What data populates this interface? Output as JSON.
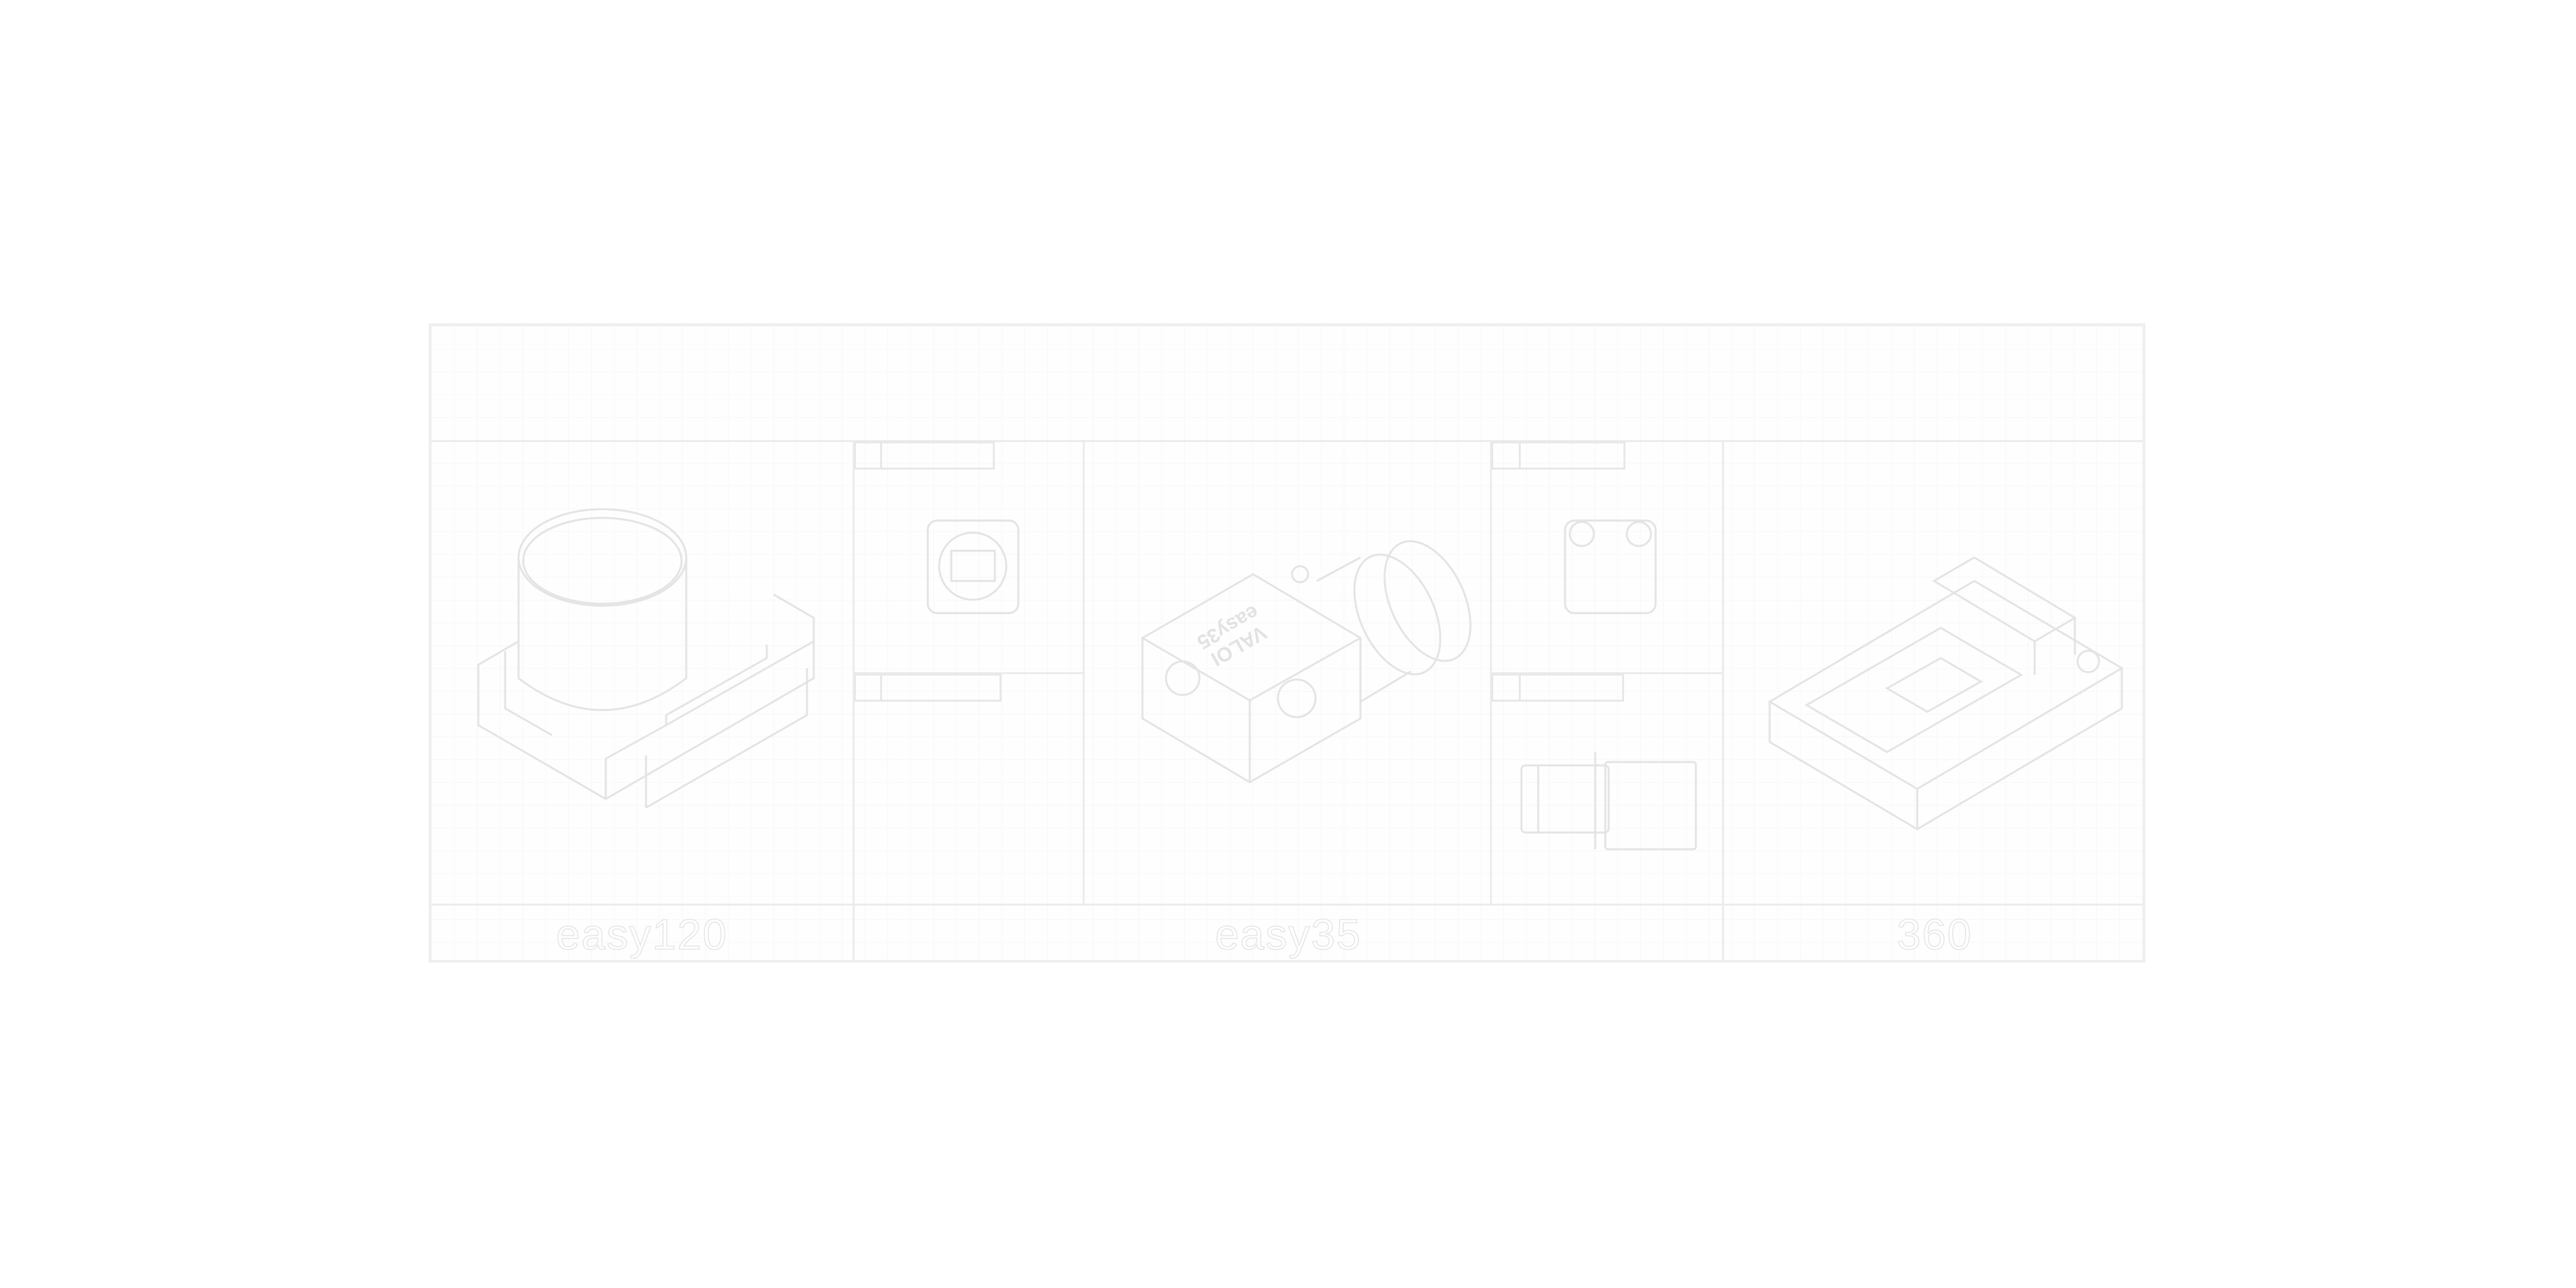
{
  "header": {
    "title": ""
  },
  "products": [
    {
      "label": "easy120",
      "illustration": "cylindrical-scanner-device"
    },
    {
      "label": "easy35",
      "illustration": "camera-lens-adapter-device",
      "device_lettering": "VALOI easy35"
    },
    {
      "label": "360",
      "illustration": "film-holder-stage-device"
    }
  ],
  "thumbnails": [
    "camera-front-view",
    "camera-front-view-2",
    "camera-side-view"
  ],
  "colors": {
    "border": "#efefef",
    "line": "#e4e4e4",
    "grid": "#f8f8f8"
  }
}
